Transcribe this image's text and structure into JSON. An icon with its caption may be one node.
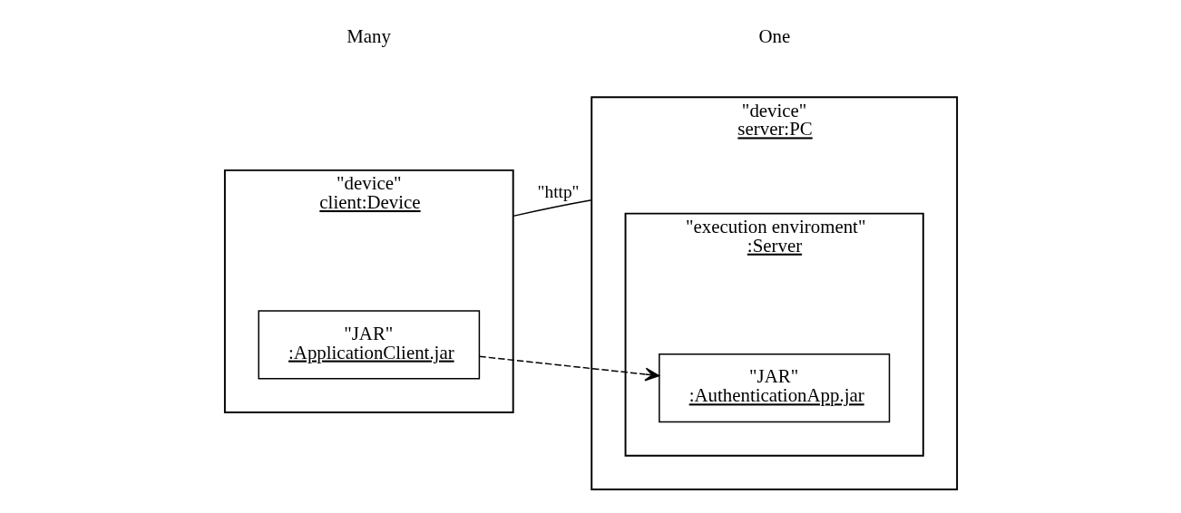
{
  "diagram": {
    "nodes": [
      {
        "text": [
          "\"device\"",
          "client:Device"
        ]
      },
      {
        "text": [
          "\"JAR\"",
          ":ApplicationClient.jar"
        ],
        "in": 0
      },
      {
        "text": [
          "\"device\"",
          "server:PC"
        ]
      },
      {
        "text": [
          "\"execution enviroment\"",
          ":Server"
        ],
        "in": 2
      },
      {
        "text": [
          "\"JAR\"",
          ":AuthenticationApp.jar"
        ],
        "in": 3
      }
    ],
    "edges": [
      {
        "from": 0,
        "to": 2,
        "arrow": "none",
        "label": "\"http\""
      },
      {
        "from": 1,
        "to": 4,
        "arrow": "to",
        "style": "dashed"
      }
    ],
    "labels": [
      "Many",
      "One"
    ]
  }
}
